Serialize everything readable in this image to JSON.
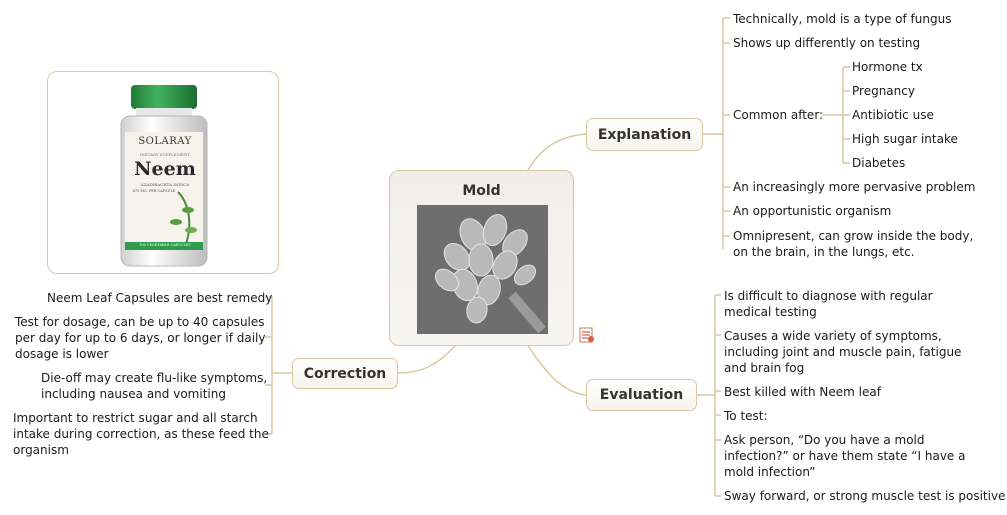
{
  "central": {
    "title": "Mold"
  },
  "product": {
    "brand": "SOLARAY",
    "type": "DIETARY SUPPLEMENT",
    "name": "Neem",
    "latin": "AZADIRACHTA INDICA",
    "dose": "475 MG. PER CAPSULE",
    "footer": "100 VEGETABLE CAPSULES"
  },
  "explanation": {
    "label": "Explanation",
    "items": [
      "Technically, mold is a type of fungus",
      "Shows up differently on testing",
      "Common after:",
      "An increasingly more pervasive problem",
      "An opportunistic organism",
      "Omnipresent, can grow inside the body,",
      "on the brain, in the lungs, etc."
    ],
    "common_after": [
      "Hormone tx",
      "Pregnancy",
      "Antibiotic use",
      "High sugar intake",
      "Diabetes"
    ]
  },
  "evaluation": {
    "label": "Evaluation",
    "items": [
      "Is difficult to diagnose with regular",
      "medical testing",
      "Causes a wide variety of symptoms,",
      "including joint and muscle pain, fatigue",
      "and brain fog",
      "Best killed with Neem leaf",
      "To test:",
      "Ask person, “Do you have a mold",
      "infection?” or have them state “I have a",
      "mold infection”",
      "Sway forward, or strong muscle test is positive"
    ]
  },
  "correction": {
    "label": "Correction",
    "items": [
      "Neem Leaf Capsules are best remedy",
      "Test for dosage, can be up to 40 capsules",
      "per day for up to 6 days, or longer if daily",
      "dosage is lower",
      "Die-off may create flu-like symptoms,",
      "including nausea and vomiting",
      "Important to restrict sugar and all starch",
      "intake during correction, as these feed the",
      "organism"
    ]
  },
  "colors": {
    "branch": "#d8c9a3",
    "node_border": "#d7c7a4",
    "bottle_cap": "#2e9a4a"
  },
  "icons": {
    "note": "note-attachment-icon"
  }
}
